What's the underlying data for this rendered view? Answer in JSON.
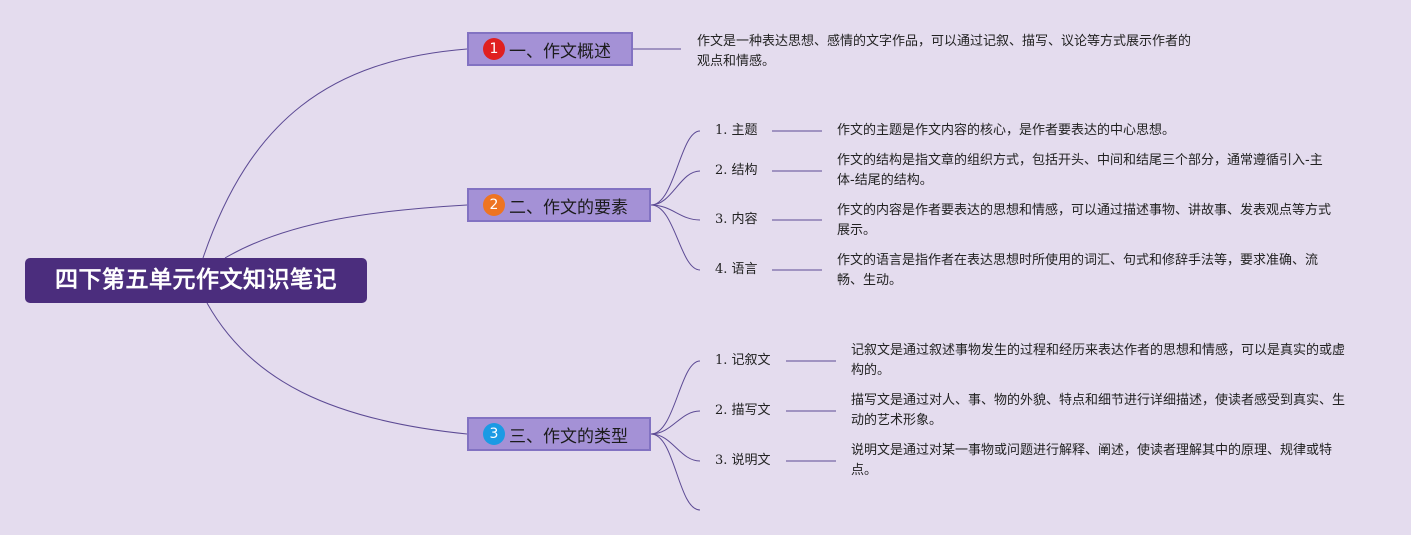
{
  "root": {
    "label": "四下第五单元作文知识笔记"
  },
  "branches": [
    {
      "badge": "1",
      "badge_color": "#e02020",
      "label": "一、作文概述",
      "description": "作文是一种表达思想、感情的文字作品，可以通过记叙、描写、议论等方式展示作者的观点和情感。"
    },
    {
      "badge": "2",
      "badge_color": "#ee7422",
      "label": "二、作文的要素",
      "items": [
        {
          "label": "1. 主题",
          "description": "作文的主题是作文内容的核心，是作者要表达的中心思想。"
        },
        {
          "label": "2. 结构",
          "description": "作文的结构是指文章的组织方式，包括开头、中间和结尾三个部分，通常遵循引入-主体-结尾的结构。"
        },
        {
          "label": "3. 内容",
          "description": "作文的内容是作者要表达的思想和情感，可以通过描述事物、讲故事、发表观点等方式展示。"
        },
        {
          "label": "4. 语言",
          "description": "作文的语言是指作者在表达思想时所使用的词汇、句式和修辞手法等，要求准确、流畅、生动。"
        }
      ]
    },
    {
      "badge": "3",
      "badge_color": "#1b9ae4",
      "label": "三、作文的类型",
      "items": [
        {
          "label": "1. 记叙文",
          "description": "记叙文是通过叙述事物发生的过程和经历来表达作者的思想和情感，可以是真实的或虚构的。"
        },
        {
          "label": "2. 描写文",
          "description": "描写文是通过对人、事、物的外貌、特点和细节进行详细描述，使读者感受到真实、生动的艺术形象。"
        },
        {
          "label": "3. 说明文",
          "description": "说明文是通过对某一事物或问题进行解释、阐述，使读者理解其中的原理、规律或特点。"
        }
      ]
    }
  ],
  "colors": {
    "background": "#e4dcee",
    "root_fill": "#4b2d7d",
    "branch_fill": "#a491d6",
    "connector": "#5c4a94"
  }
}
